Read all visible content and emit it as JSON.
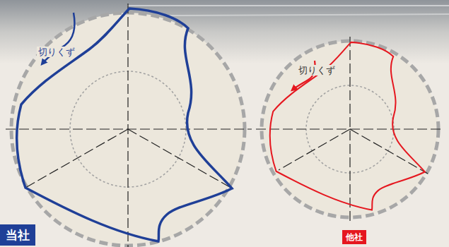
{
  "diagram": {
    "nodes": [
      {
        "text": [
          "当社"
        ]
      },
      {
        "text": [
          "他社"
        ]
      }
    ],
    "labels": [
      "切りくず",
      "切りくず"
    ]
  }
}
